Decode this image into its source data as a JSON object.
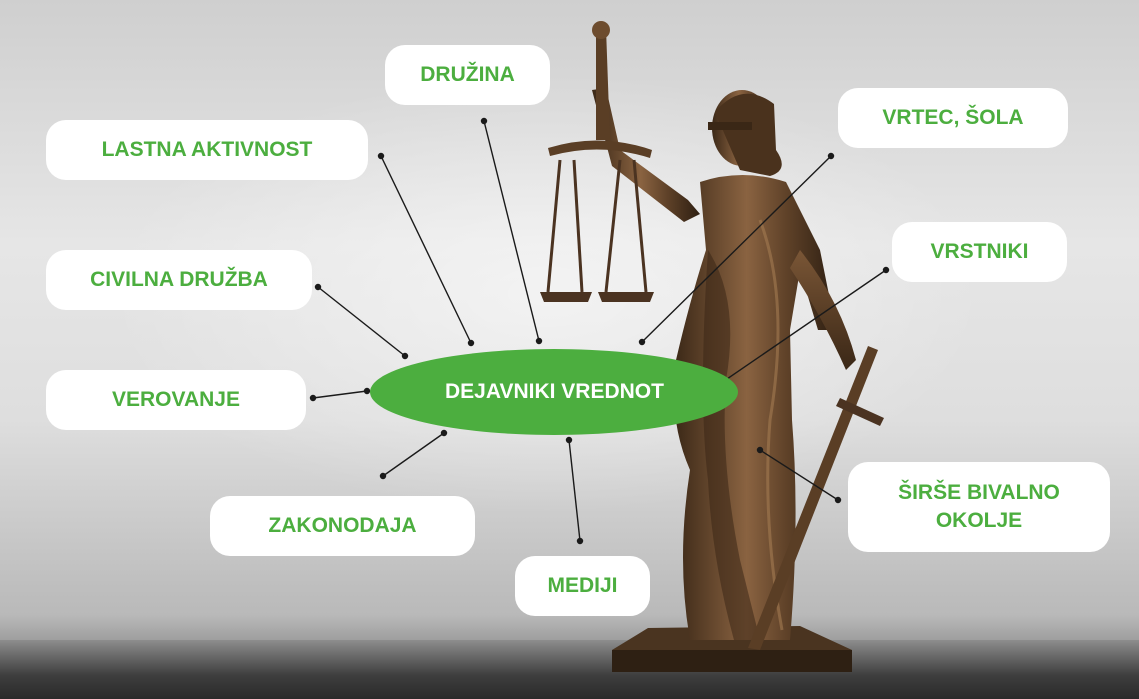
{
  "diagram": {
    "center": "DEJAVNIKI VREDNOT",
    "factors": {
      "druzina": "DRUŽINA",
      "lastna_aktivnost": "LASTNA AKTIVNOST",
      "civilna_druzba": "CIVILNA DRUŽBA",
      "verovanje": "VEROVANJE",
      "zakonodaja": "ZAKONODAJA",
      "mediji": "MEDIJI",
      "vrtec_sola": "VRTEC, ŠOLA",
      "vrstniki": "VRSTNIKI",
      "sirse_bivalno_okolje": "ŠIRŠE BIVALNO\nOKOLJE"
    }
  },
  "colors": {
    "accent_green": "#4cae3f",
    "box_fill": "#ffffff",
    "statue_bronze": "#6b4a2e"
  },
  "image": {
    "subject": "statue-of-lady-justice"
  }
}
